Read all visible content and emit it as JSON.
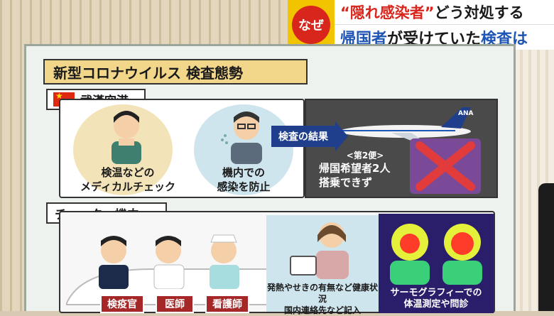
{
  "banner": {
    "badge": "なぜ",
    "line1_quote": "“隠れ感染者”",
    "line1_rest": "どう対処する",
    "line2_a": "帰国者",
    "line2_b": "が受けていた",
    "line2_c": "検査は"
  },
  "board": {
    "title": "新型コロナウイルス 検査態勢",
    "wuhan": {
      "label": "武漢空港",
      "panel1_caption_1": "検温などの",
      "panel1_caption_2": "メディカルチェック",
      "panel2_caption_1": "機内での",
      "panel2_caption_2": "感染を防止",
      "arrow_label": "検査の結果",
      "flight_note": "<第2便>",
      "result_1": "帰国希望者2人",
      "result_2": "搭乗できず",
      "airline": "ANA"
    },
    "charter": {
      "label": "チャーター機内",
      "staff": [
        "検疫官",
        "医師",
        "看護師"
      ],
      "health_caption_1": "発熱やせきの有無など健康状況",
      "health_caption_2": "国内連絡先など記入",
      "thermo_caption_1": "サーモグラフィーでの",
      "thermo_caption_2": "体温測定や問診"
    }
  },
  "colors": {
    "accent_red": "#d9261c",
    "accent_blue": "#1f56b5",
    "title_bg": "#f2d68a",
    "arrow_blue": "#1f3e8c",
    "badge_red": "#a52727"
  }
}
